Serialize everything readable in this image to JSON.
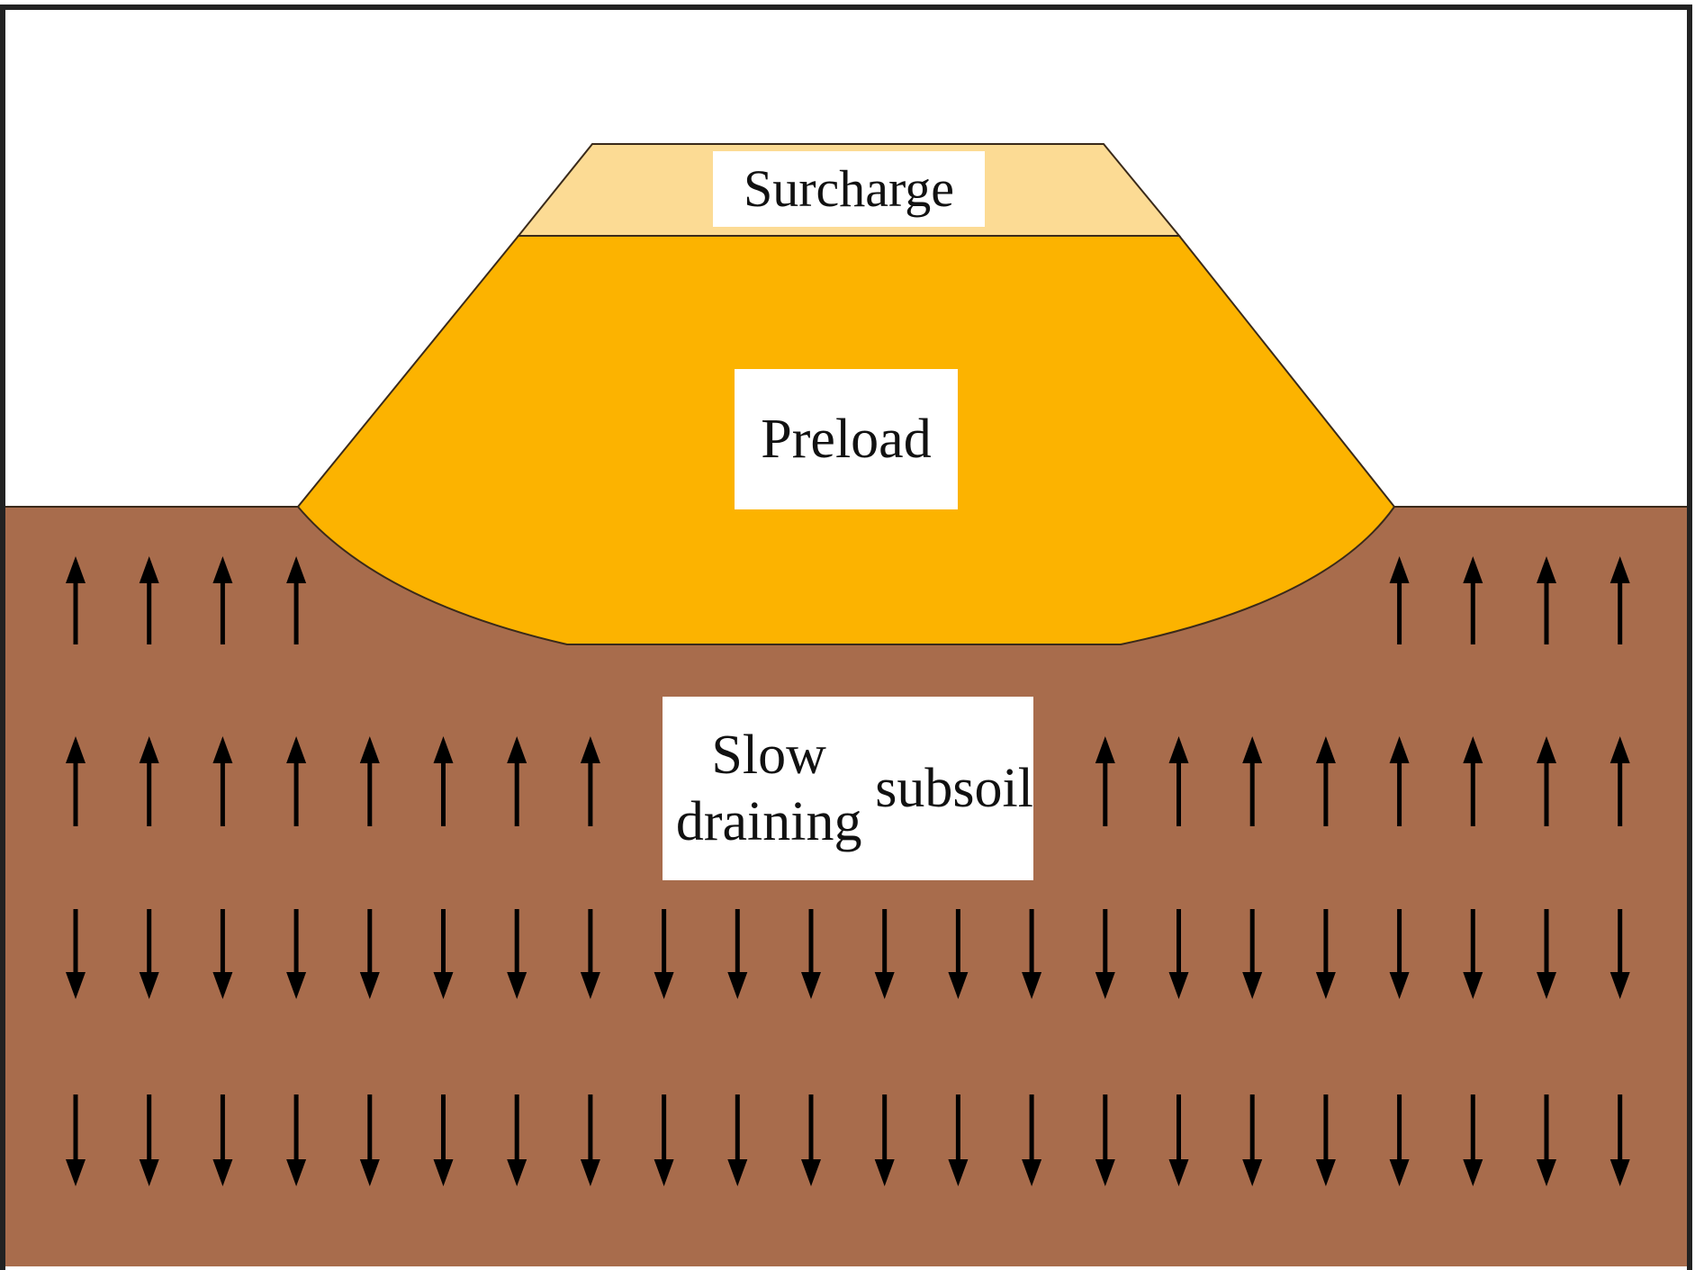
{
  "labels": {
    "surcharge": "Surcharge",
    "preload": "Preload",
    "subsoil_line1": "Slow draining",
    "subsoil_line2": "subsoil"
  },
  "colors": {
    "sky": "#ffffff",
    "subsoil": "#a86c4c",
    "preload": "#fcb300",
    "surcharge": "#fcdb94",
    "outline": "#3a2a1a",
    "arrow": "#000000",
    "frame": "#222222"
  },
  "arrows": {
    "icon": "arrow-icon",
    "upward_rows": 2,
    "downward_rows": 2
  }
}
